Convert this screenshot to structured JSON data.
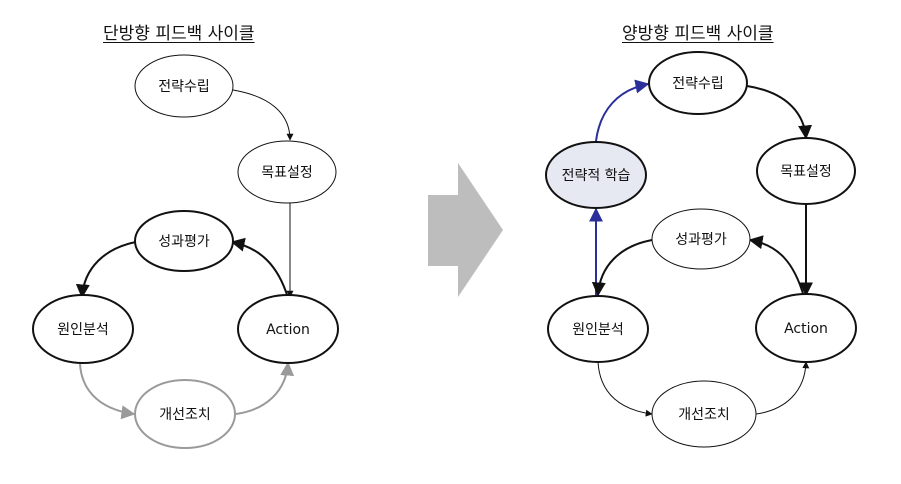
{
  "left": {
    "title": "단방향 피드백 사이클",
    "nodes": {
      "strategy": "전략수립",
      "goal": "목표설정",
      "eval": "성과평가",
      "cause": "원인분석",
      "action": "Action",
      "improve": "개선조치"
    }
  },
  "right": {
    "title": "양방향 피드백 사이클",
    "nodes": {
      "strategy": "전략수립",
      "learning": "전략적 학습",
      "goal": "목표설정",
      "eval": "성과평가",
      "cause": "원인분석",
      "action": "Action",
      "improve": "개선조치"
    }
  },
  "colors": {
    "stroke": "#111111",
    "gray": "#9a9a9a",
    "blue": "#2b2f9a",
    "learning_fill": "#e6e9f2",
    "big_arrow": "#bdbdbd"
  }
}
